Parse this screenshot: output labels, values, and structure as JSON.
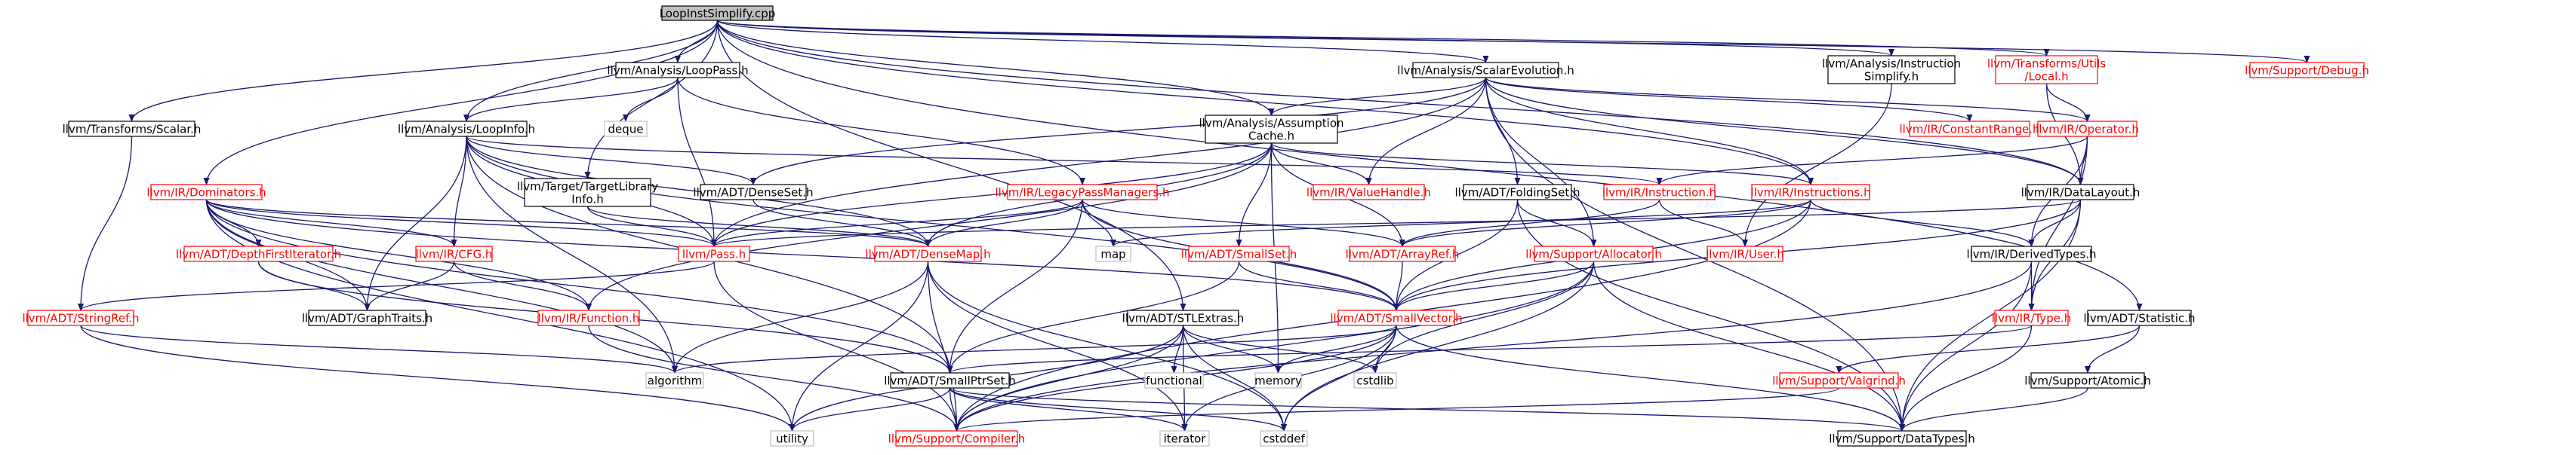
{
  "colors": {
    "edge": "#191970",
    "box_default": "#000000",
    "box_link": "#ff0000",
    "box_none": "#bfbfbf",
    "root_fill": "#bfbfbf",
    "text_default": "#000000",
    "text_link": "#ff0000"
  },
  "nodes": [
    {
      "id": "root",
      "lines": [
        "LoopInstSimplify.cpp"
      ],
      "style": "root"
    },
    {
      "id": "loop_pass",
      "lines": [
        "llvm/Analysis/LoopPass.h"
      ],
      "style": "default"
    },
    {
      "id": "scalar_evolution",
      "lines": [
        "llvm/Analysis/ScalarEvolution.h"
      ],
      "style": "default"
    },
    {
      "id": "instr_simplify",
      "lines": [
        "llvm/Analysis/Instruction",
        "Simplify.h"
      ],
      "style": "default"
    },
    {
      "id": "transforms_local",
      "lines": [
        "llvm/Transforms/Utils",
        "/Local.h"
      ],
      "style": "link"
    },
    {
      "id": "debug_h",
      "lines": [
        "llvm/Support/Debug.h"
      ],
      "style": "link"
    },
    {
      "id": "transforms_scalar",
      "lines": [
        "llvm/Transforms/Scalar.h"
      ],
      "style": "default"
    },
    {
      "id": "loop_info",
      "lines": [
        "llvm/Analysis/LoopInfo.h"
      ],
      "style": "default"
    },
    {
      "id": "deque",
      "lines": [
        "deque"
      ],
      "style": "none"
    },
    {
      "id": "assumption_cache",
      "lines": [
        "llvm/Analysis/Assumption",
        "Cache.h"
      ],
      "style": "default"
    },
    {
      "id": "constant_range",
      "lines": [
        "llvm/IR/ConstantRange.h"
      ],
      "style": "link"
    },
    {
      "id": "operator_h",
      "lines": [
        "llvm/IR/Operator.h"
      ],
      "style": "link"
    },
    {
      "id": "dominators",
      "lines": [
        "llvm/IR/Dominators.h"
      ],
      "style": "link"
    },
    {
      "id": "target_lib_info",
      "lines": [
        "llvm/Target/TargetLibrary",
        "Info.h"
      ],
      "style": "default"
    },
    {
      "id": "dense_set",
      "lines": [
        "llvm/ADT/DenseSet.h"
      ],
      "style": "default"
    },
    {
      "id": "legacy_pm",
      "lines": [
        "llvm/IR/LegacyPassManagers.h"
      ],
      "style": "link"
    },
    {
      "id": "value_handle",
      "lines": [
        "llvm/IR/ValueHandle.h"
      ],
      "style": "link"
    },
    {
      "id": "folding_set",
      "lines": [
        "llvm/ADT/FoldingSet.h"
      ],
      "style": "default"
    },
    {
      "id": "instruction_h",
      "lines": [
        "llvm/IR/Instruction.h"
      ],
      "style": "link"
    },
    {
      "id": "instructions_h",
      "lines": [
        "llvm/IR/Instructions.h"
      ],
      "style": "link"
    },
    {
      "id": "data_layout",
      "lines": [
        "llvm/IR/DataLayout.h"
      ],
      "style": "default"
    },
    {
      "id": "dfs_iterator",
      "lines": [
        "llvm/ADT/DepthFirstIterator.h"
      ],
      "style": "link"
    },
    {
      "id": "cfg_h",
      "lines": [
        "llvm/IR/CFG.h"
      ],
      "style": "link"
    },
    {
      "id": "pass_h",
      "lines": [
        "llvm/Pass.h"
      ],
      "style": "link"
    },
    {
      "id": "dense_map",
      "lines": [
        "llvm/ADT/DenseMap.h"
      ],
      "style": "link"
    },
    {
      "id": "small_set",
      "lines": [
        "llvm/ADT/SmallSet.h"
      ],
      "style": "link"
    },
    {
      "id": "map",
      "lines": [
        "map"
      ],
      "style": "none"
    },
    {
      "id": "array_ref",
      "lines": [
        "llvm/ADT/ArrayRef.h"
      ],
      "style": "link"
    },
    {
      "id": "allocator",
      "lines": [
        "llvm/Support/Allocator.h"
      ],
      "style": "link"
    },
    {
      "id": "user_h",
      "lines": [
        "llvm/IR/User.h"
      ],
      "style": "link"
    },
    {
      "id": "derived_types",
      "lines": [
        "llvm/IR/DerivedTypes.h"
      ],
      "style": "default"
    },
    {
      "id": "statistic",
      "lines": [
        "llvm/ADT/Statistic.h"
      ],
      "style": "default"
    },
    {
      "id": "string_ref",
      "lines": [
        "llvm/ADT/StringRef.h"
      ],
      "style": "link"
    },
    {
      "id": "graph_traits",
      "lines": [
        "llvm/ADT/GraphTraits.h"
      ],
      "style": "default"
    },
    {
      "id": "function_h",
      "lines": [
        "llvm/IR/Function.h"
      ],
      "style": "link"
    },
    {
      "id": "stl_extras",
      "lines": [
        "llvm/ADT/STLExtras.h"
      ],
      "style": "default"
    },
    {
      "id": "small_vector",
      "lines": [
        "llvm/ADT/SmallVector.h"
      ],
      "style": "link"
    },
    {
      "id": "type_h",
      "lines": [
        "llvm/IR/Type.h"
      ],
      "style": "link"
    },
    {
      "id": "algorithm",
      "lines": [
        "algorithm"
      ],
      "style": "none"
    },
    {
      "id": "small_ptr_set",
      "lines": [
        "llvm/ADT/SmallPtrSet.h"
      ],
      "style": "default"
    },
    {
      "id": "functional",
      "lines": [
        "functional"
      ],
      "style": "none"
    },
    {
      "id": "memory",
      "lines": [
        "memory"
      ],
      "style": "none"
    },
    {
      "id": "cstdlib",
      "lines": [
        "cstdlib"
      ],
      "style": "none"
    },
    {
      "id": "valgrind",
      "lines": [
        "llvm/Support/Valgrind.h"
      ],
      "style": "link"
    },
    {
      "id": "atomic_h",
      "lines": [
        "llvm/Support/Atomic.h"
      ],
      "style": "default"
    },
    {
      "id": "utility",
      "lines": [
        "utility"
      ],
      "style": "none"
    },
    {
      "id": "compiler_h",
      "lines": [
        "llvm/Support/Compiler.h"
      ],
      "style": "link"
    },
    {
      "id": "iterator",
      "lines": [
        "iterator"
      ],
      "style": "none"
    },
    {
      "id": "cstddef",
      "lines": [
        "cstddef"
      ],
      "style": "none"
    },
    {
      "id": "data_types",
      "lines": [
        "llvm/Support/DataTypes.h"
      ],
      "style": "default"
    }
  ],
  "edges": [
    [
      "root",
      "loop_pass"
    ],
    [
      "root",
      "scalar_evolution"
    ],
    [
      "root",
      "instr_simplify"
    ],
    [
      "root",
      "transforms_local"
    ],
    [
      "root",
      "debug_h"
    ],
    [
      "root",
      "transforms_scalar"
    ],
    [
      "root",
      "loop_info"
    ],
    [
      "root",
      "dominators"
    ],
    [
      "root",
      "target_lib_info"
    ],
    [
      "root",
      "assumption_cache"
    ],
    [
      "root",
      "instructions_h"
    ],
    [
      "root",
      "data_layout"
    ],
    [
      "root",
      "statistic"
    ],
    [
      "root",
      "stl_extras"
    ],
    [
      "loop_pass",
      "loop_info"
    ],
    [
      "loop_pass",
      "deque"
    ],
    [
      "loop_pass",
      "legacy_pm"
    ],
    [
      "loop_pass",
      "pass_h"
    ],
    [
      "scalar_evolution",
      "assumption_cache"
    ],
    [
      "scalar_evolution",
      "constant_range"
    ],
    [
      "scalar_evolution",
      "operator_h"
    ],
    [
      "scalar_evolution",
      "dense_set"
    ],
    [
      "scalar_evolution",
      "value_handle"
    ],
    [
      "scalar_evolution",
      "folding_set"
    ],
    [
      "scalar_evolution",
      "instructions_h"
    ],
    [
      "scalar_evolution",
      "pass_h"
    ],
    [
      "scalar_evolution",
      "data_layout"
    ],
    [
      "scalar_evolution",
      "allocator"
    ],
    [
      "scalar_evolution",
      "data_types"
    ],
    [
      "instr_simplify",
      "user_h"
    ],
    [
      "transforms_local",
      "operator_h"
    ],
    [
      "transforms_local",
      "data_layout"
    ],
    [
      "transforms_scalar",
      "string_ref"
    ],
    [
      "loop_info",
      "dense_set"
    ],
    [
      "loop_info",
      "instruction_h"
    ],
    [
      "loop_info",
      "cfg_h"
    ],
    [
      "loop_info",
      "pass_h"
    ],
    [
      "loop_info",
      "dense_map"
    ],
    [
      "loop_info",
      "graph_traits"
    ],
    [
      "loop_info",
      "small_ptr_set"
    ],
    [
      "loop_info",
      "small_vector"
    ],
    [
      "loop_info",
      "algorithm"
    ],
    [
      "assumption_cache",
      "value_handle"
    ],
    [
      "assumption_cache",
      "instructions_h"
    ],
    [
      "assumption_cache",
      "dense_map"
    ],
    [
      "assumption_cache",
      "small_set"
    ],
    [
      "assumption_cache",
      "array_ref"
    ],
    [
      "assumption_cache",
      "pass_h"
    ],
    [
      "assumption_cache",
      "function_h"
    ],
    [
      "assumption_cache",
      "memory"
    ],
    [
      "operator_h",
      "instruction_h"
    ],
    [
      "operator_h",
      "data_layout"
    ],
    [
      "operator_h",
      "derived_types"
    ],
    [
      "operator_h",
      "type_h"
    ],
    [
      "dominators",
      "dfs_iterator"
    ],
    [
      "dominators",
      "cfg_h"
    ],
    [
      "dominators",
      "pass_h"
    ],
    [
      "dominators",
      "dense_map"
    ],
    [
      "dominators",
      "graph_traits"
    ],
    [
      "dominators",
      "small_ptr_set"
    ],
    [
      "dominators",
      "small_vector"
    ],
    [
      "dominators",
      "function_h"
    ],
    [
      "dominators",
      "algorithm"
    ],
    [
      "dominators",
      "utility"
    ],
    [
      "target_lib_info",
      "dense_map"
    ],
    [
      "target_lib_info",
      "pass_h"
    ],
    [
      "dense_set",
      "dense_map"
    ],
    [
      "legacy_pm",
      "dense_map"
    ],
    [
      "legacy_pm",
      "array_ref"
    ],
    [
      "legacy_pm",
      "small_ptr_set"
    ],
    [
      "legacy_pm",
      "small_vector"
    ],
    [
      "legacy_pm",
      "map"
    ],
    [
      "legacy_pm",
      "pass_h"
    ],
    [
      "folding_set",
      "allocator"
    ],
    [
      "folding_set",
      "small_vector"
    ],
    [
      "folding_set",
      "data_types"
    ],
    [
      "instruction_h",
      "user_h"
    ],
    [
      "instruction_h",
      "array_ref"
    ],
    [
      "instructions_h",
      "derived_types"
    ],
    [
      "instructions_h",
      "array_ref"
    ],
    [
      "instructions_h",
      "small_vector"
    ],
    [
      "instructions_h",
      "map"
    ],
    [
      "instructions_h",
      "compiler_h"
    ],
    [
      "data_layout",
      "derived_types"
    ],
    [
      "data_layout",
      "type_h"
    ],
    [
      "data_layout",
      "pass_h"
    ],
    [
      "data_layout",
      "small_vector"
    ],
    [
      "data_layout",
      "data_types"
    ],
    [
      "dfs_iterator",
      "graph_traits"
    ],
    [
      "dfs_iterator",
      "small_ptr_set"
    ],
    [
      "cfg_h",
      "function_h"
    ],
    [
      "cfg_h",
      "graph_traits"
    ],
    [
      "pass_h",
      "string_ref"
    ],
    [
      "pass_h",
      "compiler_h"
    ],
    [
      "dense_map",
      "algorithm"
    ],
    [
      "dense_map",
      "utility"
    ],
    [
      "dense_map",
      "compiler_h"
    ],
    [
      "dense_map",
      "iterator"
    ],
    [
      "dense_map",
      "cstddef"
    ],
    [
      "small_set",
      "small_ptr_set"
    ],
    [
      "small_set",
      "small_vector"
    ],
    [
      "array_ref",
      "small_vector"
    ],
    [
      "allocator",
      "small_vector"
    ],
    [
      "allocator",
      "compiler_h"
    ],
    [
      "allocator",
      "cstdlib"
    ],
    [
      "allocator",
      "cstddef"
    ],
    [
      "allocator",
      "data_types"
    ],
    [
      "derived_types",
      "type_h"
    ],
    [
      "derived_types",
      "compiler_h"
    ],
    [
      "derived_types",
      "data_types"
    ],
    [
      "statistic",
      "atomic_h"
    ],
    [
      "statistic",
      "valgrind"
    ],
    [
      "function_h",
      "compiler_h"
    ],
    [
      "stl_extras",
      "compiler_h"
    ],
    [
      "stl_extras",
      "functional"
    ],
    [
      "stl_extras",
      "iterator"
    ],
    [
      "stl_extras",
      "memory"
    ],
    [
      "stl_extras",
      "cstddef"
    ],
    [
      "stl_extras",
      "utility"
    ],
    [
      "stl_extras",
      "cstdlib"
    ],
    [
      "small_vector",
      "algorithm"
    ],
    [
      "small_vector",
      "compiler_h"
    ],
    [
      "small_vector",
      "cstddef"
    ],
    [
      "small_vector",
      "cstdlib"
    ],
    [
      "small_vector",
      "iterator"
    ],
    [
      "small_vector",
      "memory"
    ],
    [
      "small_vector",
      "data_types"
    ],
    [
      "type_h",
      "small_ptr_set"
    ],
    [
      "type_h",
      "data_types"
    ],
    [
      "small_ptr_set",
      "compiler_h"
    ],
    [
      "small_ptr_set",
      "iterator"
    ],
    [
      "small_ptr_set",
      "utility"
    ],
    [
      "small_ptr_set",
      "cstddef"
    ],
    [
      "small_ptr_set",
      "data_types"
    ],
    [
      "valgrind",
      "compiler_h"
    ],
    [
      "atomic_h",
      "data_types"
    ],
    [
      "string_ref",
      "algorithm"
    ],
    [
      "string_ref",
      "utility"
    ]
  ]
}
